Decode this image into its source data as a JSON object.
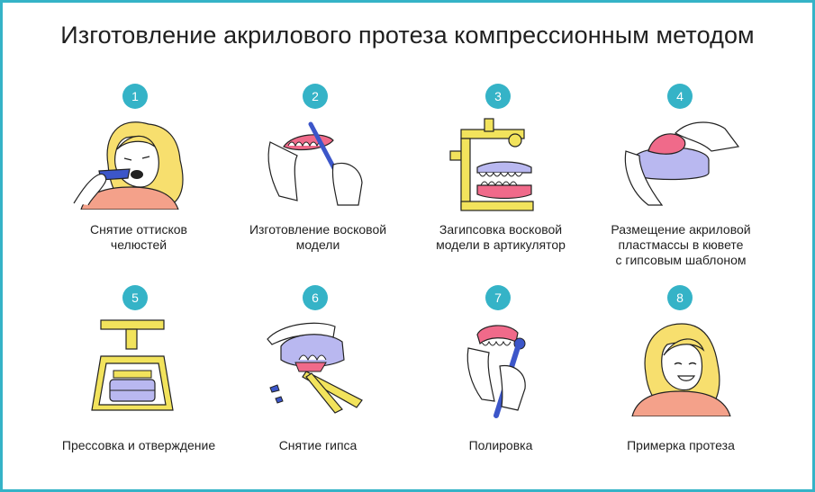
{
  "title": "Изготовление акрилового протеза компрессионным методом",
  "colors": {
    "accent": "#35b3c7",
    "hair": "#f7df6e",
    "skin": "#ffffff",
    "shirt": "#f4a18a",
    "gum": "#f06a8a",
    "metal": "#f2e35c",
    "tool": "#3c56c9",
    "lavender": "#b9b8f0"
  },
  "steps": [
    {
      "number": "1",
      "icon": "woman-impression-icon",
      "caption": [
        "Снятие оттисков",
        "челюстей"
      ]
    },
    {
      "number": "2",
      "icon": "wax-model-icon",
      "caption": [
        "Изготовление восковой",
        "модели"
      ]
    },
    {
      "number": "3",
      "icon": "articulator-icon",
      "caption": [
        "Загипсовка восковой",
        "модели в артикулятор"
      ]
    },
    {
      "number": "4",
      "icon": "cuvette-icon",
      "caption": [
        "Размещение акриловой",
        "пластмассы в кювете",
        "с гипсовым шаблоном"
      ]
    },
    {
      "number": "5",
      "icon": "press-icon",
      "caption": [
        "Прессовка и отверждение"
      ]
    },
    {
      "number": "6",
      "icon": "plaster-removal-icon",
      "caption": [
        "Снятие гипса"
      ]
    },
    {
      "number": "7",
      "icon": "polishing-icon",
      "caption": [
        "Полировка"
      ]
    },
    {
      "number": "8",
      "icon": "woman-fitting-icon",
      "caption": [
        "Примерка протеза"
      ]
    }
  ]
}
